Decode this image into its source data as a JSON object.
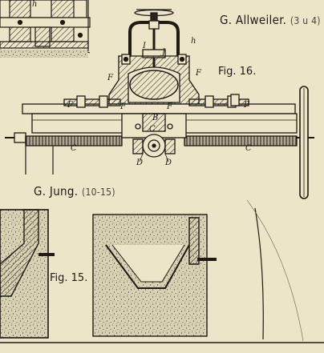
{
  "headings": {
    "allweiler": {
      "name": "G. Allweiler.",
      "ref": "(3 u 4)"
    },
    "jung": {
      "name": "G. Jung.",
      "ref": "(10-15)"
    }
  },
  "figures": {
    "fig16": "Fig. 16.",
    "fig15": "Fig. 15."
  },
  "marks": {
    "I": "I",
    "J": "J",
    "h": "h",
    "h_top": "h",
    "F1": "F",
    "F2": "F",
    "F3": "F",
    "F4": "F",
    "F5": "F",
    "F6": "F",
    "B": "B",
    "C_mid": "C",
    "C_left": "C",
    "C_right": "C",
    "D1": "D",
    "D2": "D"
  },
  "colors": {
    "paper": "#ece5c8",
    "ink": "#1f1a14",
    "speckle": "#d9d1b3"
  }
}
